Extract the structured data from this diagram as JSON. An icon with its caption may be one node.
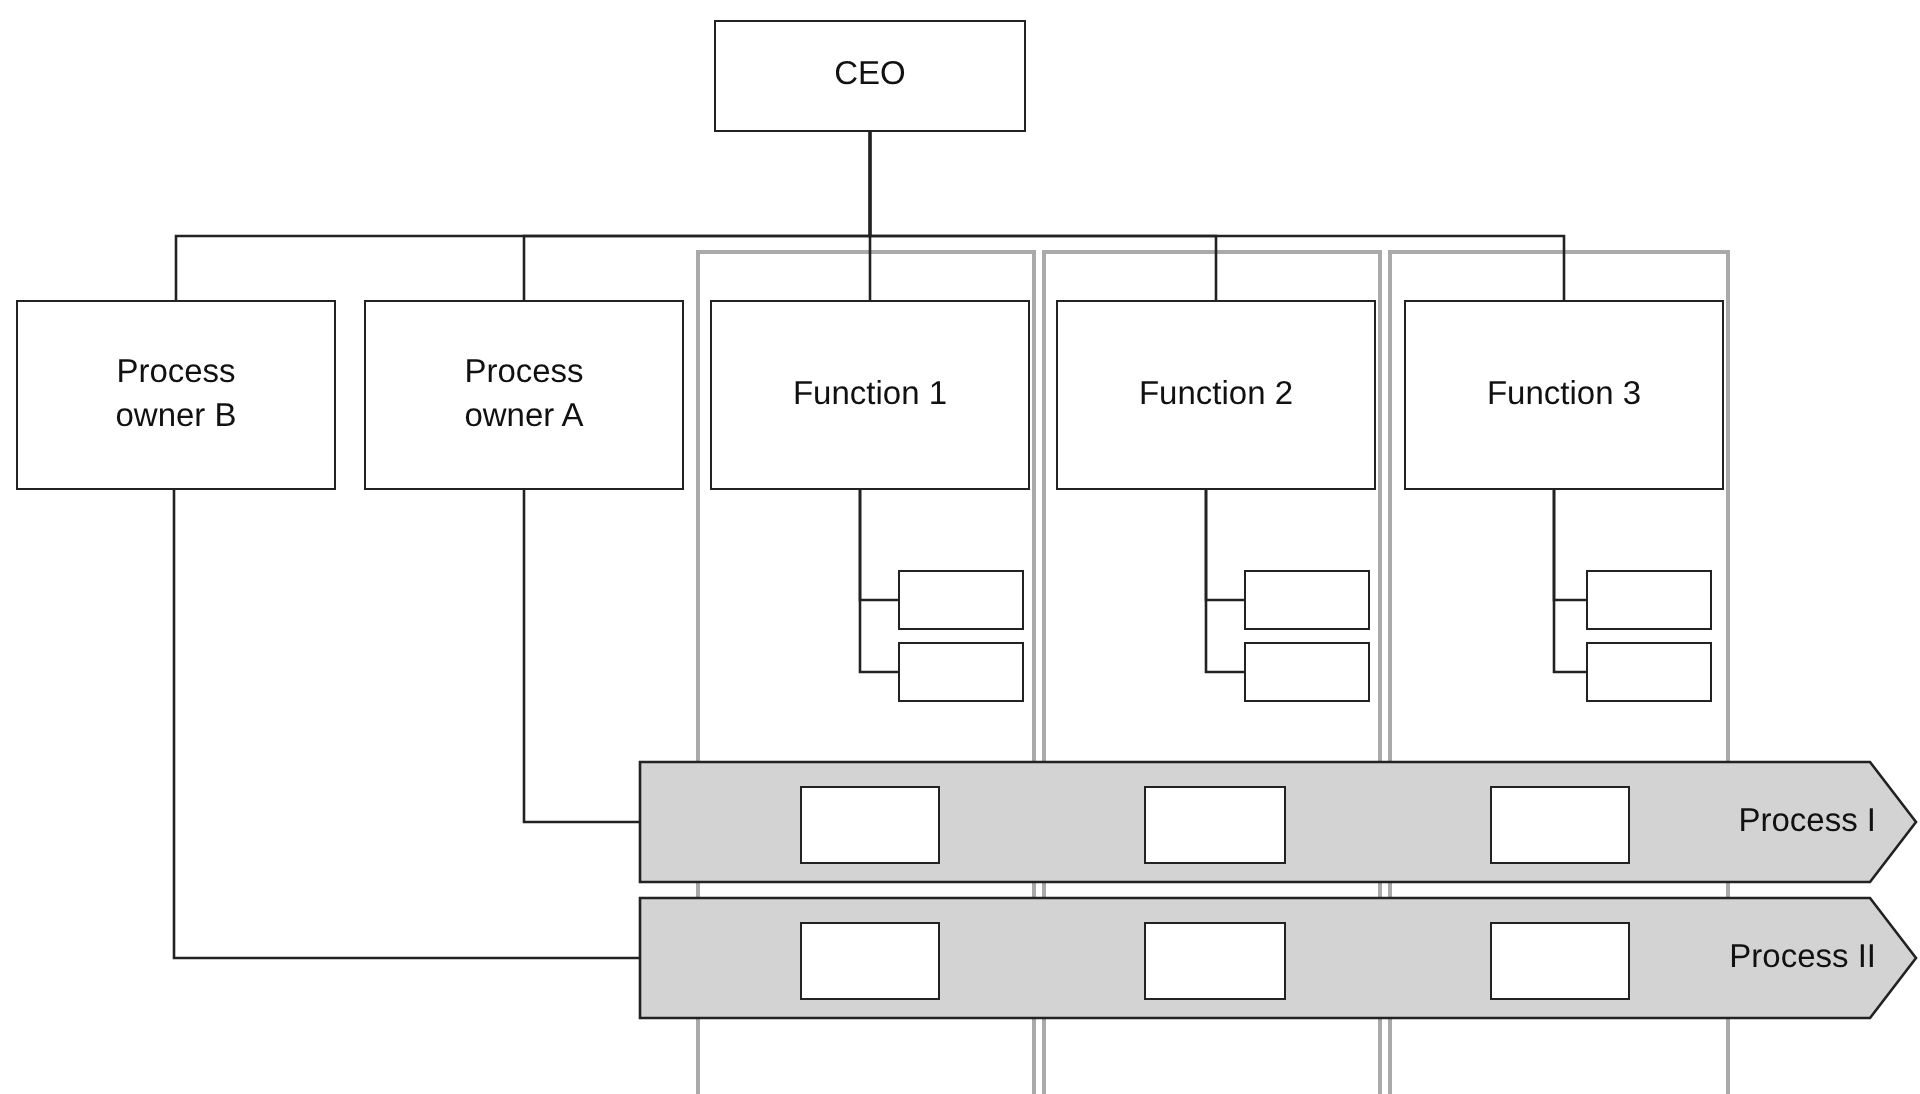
{
  "diagram": {
    "nodes": [
      {
        "text": [
          "CEO"
        ]
      },
      {
        "text": [
          "Process owner B"
        ]
      },
      {
        "text": [
          "Process owner A"
        ]
      },
      {
        "text": [
          "Function 1"
        ]
      },
      {
        "text": [
          "Function 2"
        ]
      },
      {
        "text": [
          "Function 3"
        ]
      },
      {
        "text": [],
        "shape": "box"
      },
      {
        "text": [],
        "shape": "box"
      },
      {
        "text": [],
        "shape": "box"
      },
      {
        "text": [],
        "shape": "box"
      },
      {
        "text": [],
        "shape": "box"
      },
      {
        "text": [],
        "shape": "box"
      },
      {
        "text": [
          "Process I"
        ]
      },
      {
        "text": [],
        "shape": "box",
        "in": 12
      },
      {
        "text": [],
        "shape": "box",
        "in": 12
      },
      {
        "text": [],
        "shape": "box",
        "in": 12
      },
      {
        "text": [
          "Process II"
        ]
      },
      {
        "text": [],
        "shape": "box",
        "in": 16
      },
      {
        "text": [],
        "shape": "box",
        "in": 16
      },
      {
        "text": [],
        "shape": "box",
        "in": 16
      }
    ],
    "edges": [
      {
        "from": 0,
        "to": 1,
        "arrow": "none"
      },
      {
        "from": 0,
        "to": 2,
        "arrow": "none"
      },
      {
        "from": 0,
        "to": 3,
        "arrow": "none"
      },
      {
        "from": 0,
        "to": 4,
        "arrow": "none"
      },
      {
        "from": 0,
        "to": 5,
        "arrow": "none"
      },
      {
        "from": 3,
        "to": 6,
        "arrow": "none"
      },
      {
        "from": 3,
        "to": 7,
        "arrow": "none"
      },
      {
        "from": 4,
        "to": 8,
        "arrow": "none"
      },
      {
        "from": 4,
        "to": 9,
        "arrow": "none"
      },
      {
        "from": 5,
        "to": 10,
        "arrow": "none"
      },
      {
        "from": 5,
        "to": 11,
        "arrow": "none"
      },
      {
        "from": 2,
        "to": 12,
        "arrow": "none"
      },
      {
        "from": 1,
        "to": 16,
        "arrow": "none"
      }
    ]
  }
}
